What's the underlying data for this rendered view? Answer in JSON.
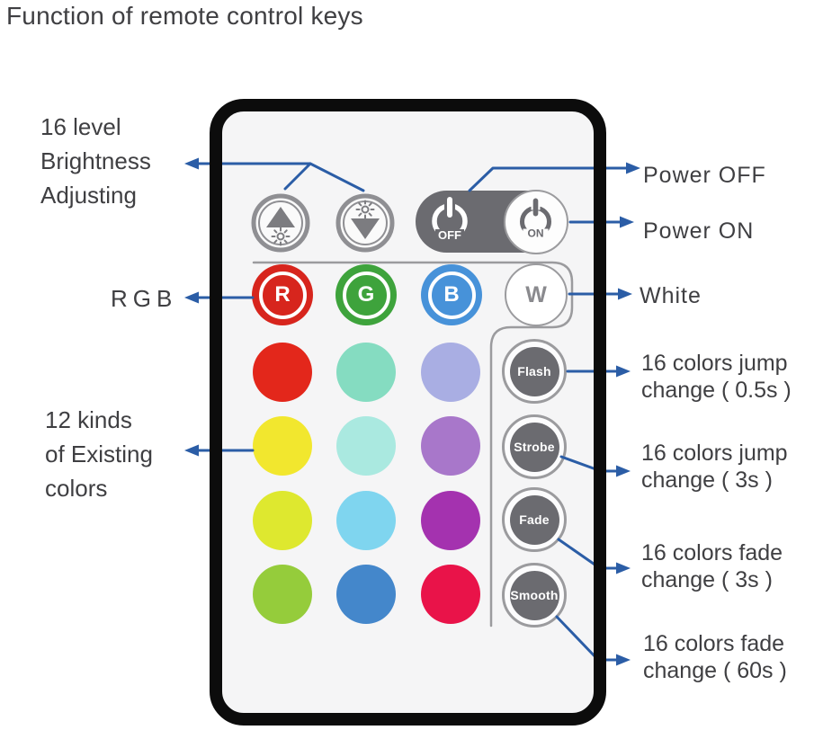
{
  "title": "Function of remote control keys",
  "remote": {
    "power_keys": {
      "off": "OFF",
      "on": "ON"
    },
    "brightness_icons": [
      "brightness-up-icon",
      "brightness-down-icon"
    ],
    "color_keys": [
      {
        "label": "R",
        "color": "#d7251d"
      },
      {
        "label": "G",
        "color": "#3ea33c"
      },
      {
        "label": "B",
        "color": "#4792d9"
      },
      {
        "label": "W",
        "color": "#ffffff"
      }
    ],
    "preset_colors": [
      "#e3271b",
      "#85dcc1",
      "#a9aee3",
      "#f2e72e",
      "#aae9e0",
      "#a877ca",
      "#dee82f",
      "#7fd5ef",
      "#a432af",
      "#95cc3b",
      "#4487cb",
      "#e91349"
    ],
    "mode_keys": [
      "Flash",
      "Strobe",
      "Fade",
      "Smooth"
    ]
  },
  "annotations": {
    "arrow_color": "#2b5da6",
    "left": [
      {
        "lines": [
          "16 level",
          "Brightness",
          "Adjusting"
        ]
      },
      {
        "lines": [
          "RGB"
        ]
      },
      {
        "lines": [
          "12 kinds",
          "of Existing",
          "colors"
        ]
      }
    ],
    "right": [
      {
        "lines": [
          "Power OFF"
        ]
      },
      {
        "lines": [
          "Power ON"
        ]
      },
      {
        "lines": [
          "White"
        ]
      },
      {
        "lines": [
          "16 colors jump",
          "change ( 0.5s )"
        ]
      },
      {
        "lines": [
          "16 colors jump",
          "change ( 3s )"
        ]
      },
      {
        "lines": [
          "16 colors fade",
          "change ( 3s )"
        ]
      },
      {
        "lines": [
          "16 colors fade",
          "change ( 60s )"
        ]
      }
    ]
  }
}
